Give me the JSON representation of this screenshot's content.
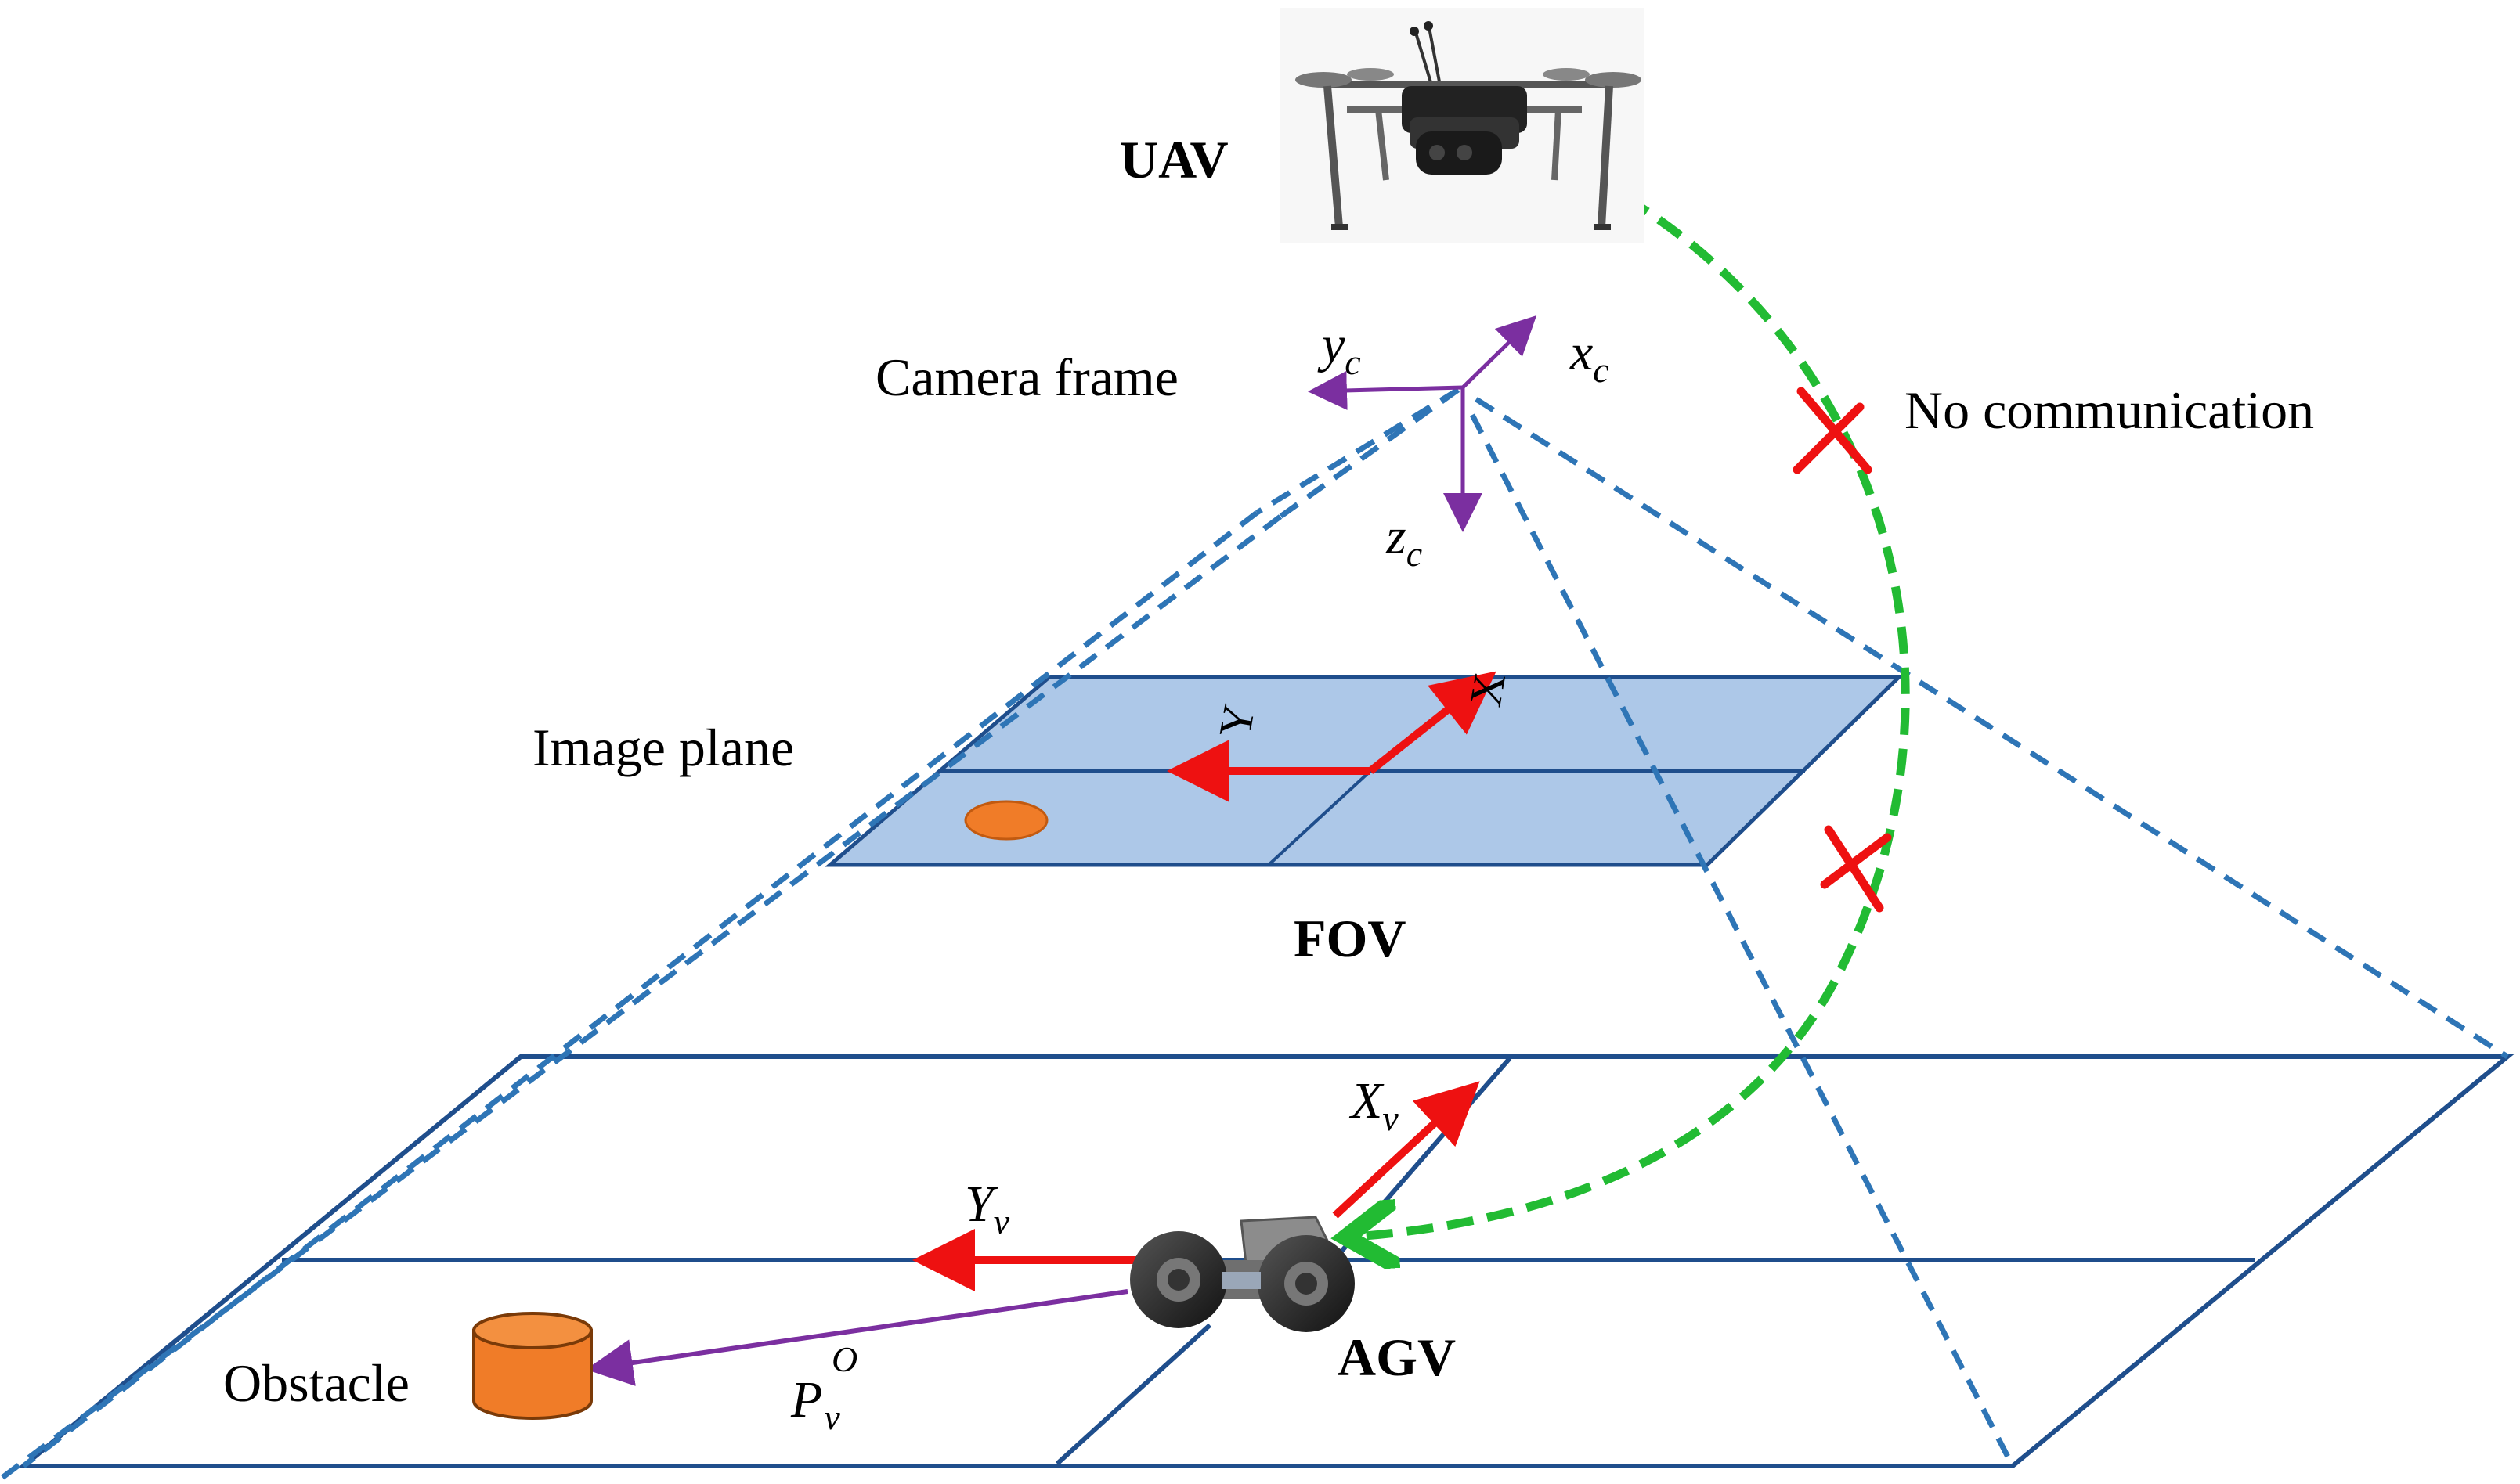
{
  "labels": {
    "uav": "UAV",
    "camera_frame": "Camera frame",
    "no_communication": "No communication",
    "image_plane": "Image plane",
    "fov": "FOV",
    "agv": "AGV",
    "obstacle": "Obstacle"
  },
  "camera_axes": {
    "xc": {
      "base": "x",
      "sub": "c"
    },
    "yc": {
      "base": "y",
      "sub": "c"
    },
    "zc": {
      "base": "z",
      "sub": "c"
    }
  },
  "image_axes": {
    "x": "X",
    "y": "Y"
  },
  "vehicle_axes": {
    "xv": {
      "base": "X",
      "sub": "v"
    },
    "yv": {
      "base": "Y",
      "sub": "v"
    }
  },
  "obstacle_vector": {
    "base": "P",
    "sub": "v",
    "sup": "O"
  },
  "colors": {
    "fov_line": "#2e75b6",
    "ground_line": "#1f4e8c",
    "image_plane_fill": "#adc8e8",
    "axis_red": "#ee1111",
    "axis_purple": "#7b2fa0",
    "comm_green": "#22bb33",
    "cross_red": "#ee1111",
    "obstacle_orange": "#f07c28"
  },
  "icons": {
    "uav": "drone-icon",
    "agv": "ground-robot-icon",
    "obstacle": "cylinder-obstacle-icon"
  }
}
